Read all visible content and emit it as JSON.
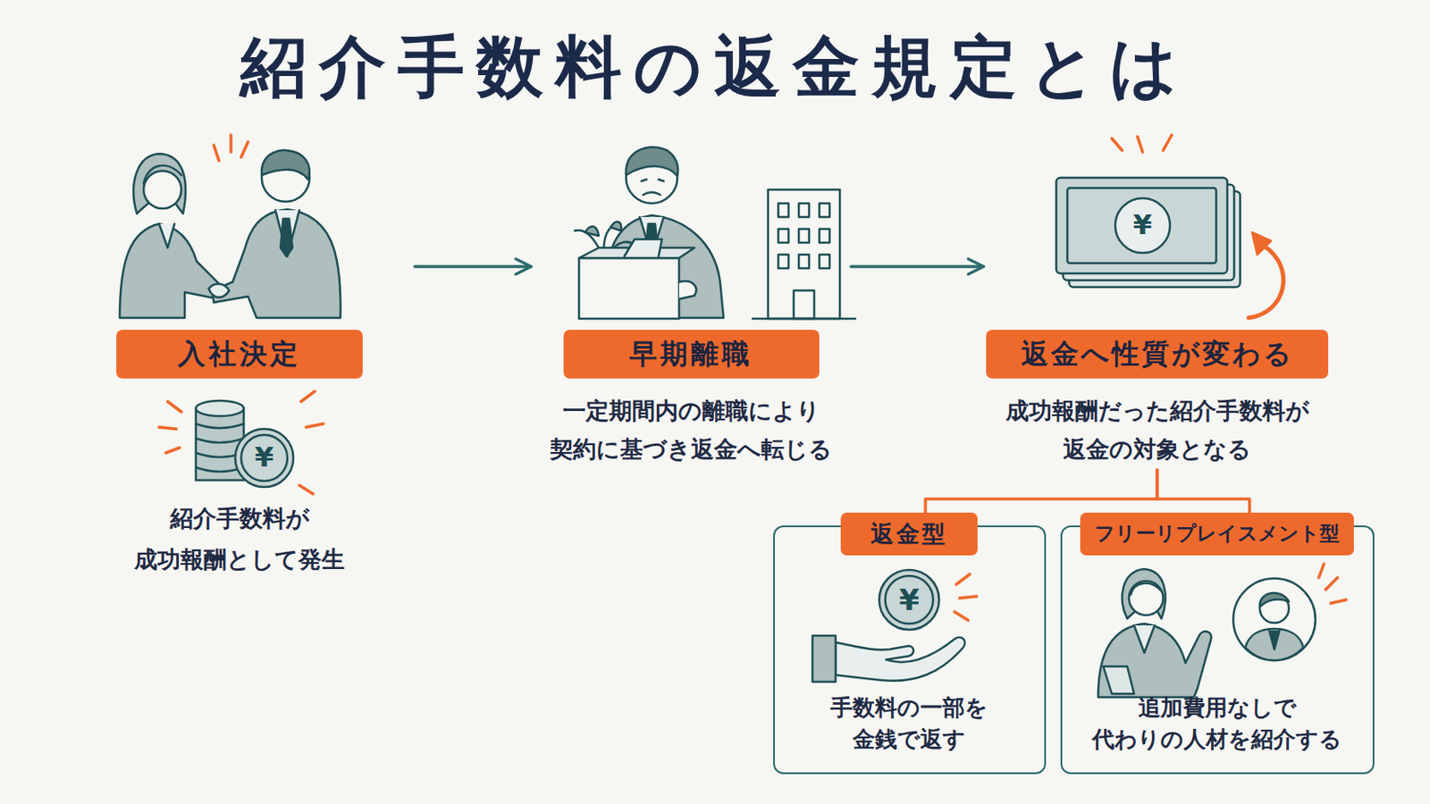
{
  "diagram": {
    "title": "紹介手数料の返金規定とは",
    "nodes": [
      {
        "text": [
          "入社決定",
          "紹介手数料が 成功報酬として発生"
        ]
      },
      {
        "text": [
          "早期離職",
          "一定期間内の離職により 契約に基づき返金へ転じる"
        ]
      },
      {
        "text": [
          "返金へ性質が変わる",
          "成功報酬だった紹介手数料が 返金の対象となる"
        ]
      },
      {
        "text": [
          "返金型",
          "手数料の一部を 金銭で返す"
        ]
      },
      {
        "text": [
          "フリーリプレイスメント型",
          "追加費用なしで 代わりの人材を紹介する"
        ]
      }
    ],
    "edges": [
      {
        "from": 0,
        "to": 1,
        "arrow": "to"
      },
      {
        "from": 1,
        "to": 2,
        "arrow": "to"
      },
      {
        "from": 2,
        "to": 3,
        "arrow": "none"
      },
      {
        "from": 2,
        "to": 4,
        "arrow": "none"
      }
    ],
    "labels": [
      "¥",
      "¥",
      "¥"
    ]
  }
}
